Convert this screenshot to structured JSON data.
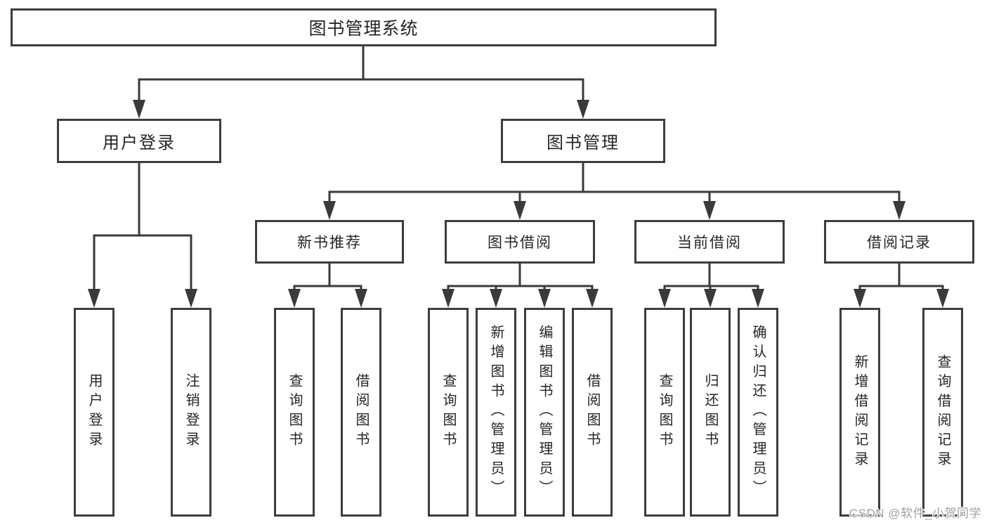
{
  "diagram": {
    "title": "图书管理系统",
    "colors": {
      "line": "#3a3a3a",
      "box_border": "#3d3d3d",
      "text": "#262626",
      "watermark_text": "#a0a0a0",
      "background": "#ffffff"
    },
    "nodes": {
      "root": {
        "label": "图书管理系统"
      },
      "user_login": {
        "label": "用户登录"
      },
      "book_mgmt": {
        "label": "图书管理"
      },
      "new_book_rec": {
        "label": "新书推荐"
      },
      "book_borrow": {
        "label": "图书借阅"
      },
      "current_borrow": {
        "label": "当前借阅"
      },
      "borrow_records": {
        "label": "借阅记录"
      },
      "leaf_user_login": {
        "label": "用户登录"
      },
      "leaf_logout": {
        "label": "注销登录"
      },
      "leaf_query_book_rec": {
        "label": "查询图书"
      },
      "leaf_borrow_book_rec": {
        "label": "借阅图书"
      },
      "leaf_query_book_borrow": {
        "label": "查询图书"
      },
      "leaf_add_book": {
        "label": "新增图书（管理员）"
      },
      "leaf_edit_book": {
        "label": "编辑图书（管理员）"
      },
      "leaf_borrow_book": {
        "label": "借阅图书"
      },
      "leaf_query_book_current": {
        "label": "查询图书"
      },
      "leaf_return_book": {
        "label": "归还图书"
      },
      "leaf_confirm_return": {
        "label": "确认归还（管理员）"
      },
      "leaf_add_borrow_record": {
        "label": "新增借阅记录"
      },
      "leaf_query_borrow_record": {
        "label": "查询借阅记录"
      }
    },
    "watermark": "CSDN @软件_小贺同学"
  }
}
